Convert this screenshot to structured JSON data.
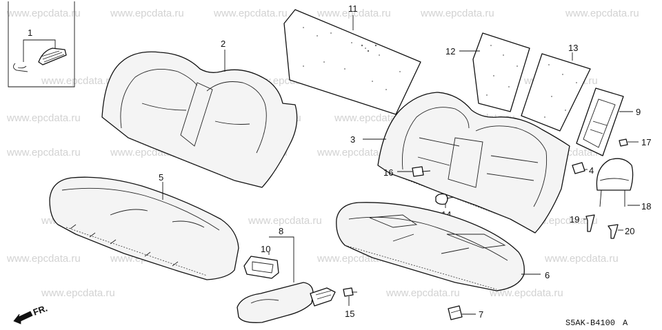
{
  "watermark": "www.epcdata.ru",
  "diagram_code": "S5AK-B4100",
  "diagram_code_suffix": "A",
  "direction_label": "FR.",
  "callouts": [
    "1",
    "2",
    "3",
    "4",
    "5",
    "6",
    "7",
    "8",
    "9",
    "10",
    "11",
    "12",
    "13",
    "14",
    "15",
    "16",
    "17",
    "18",
    "19",
    "20"
  ]
}
